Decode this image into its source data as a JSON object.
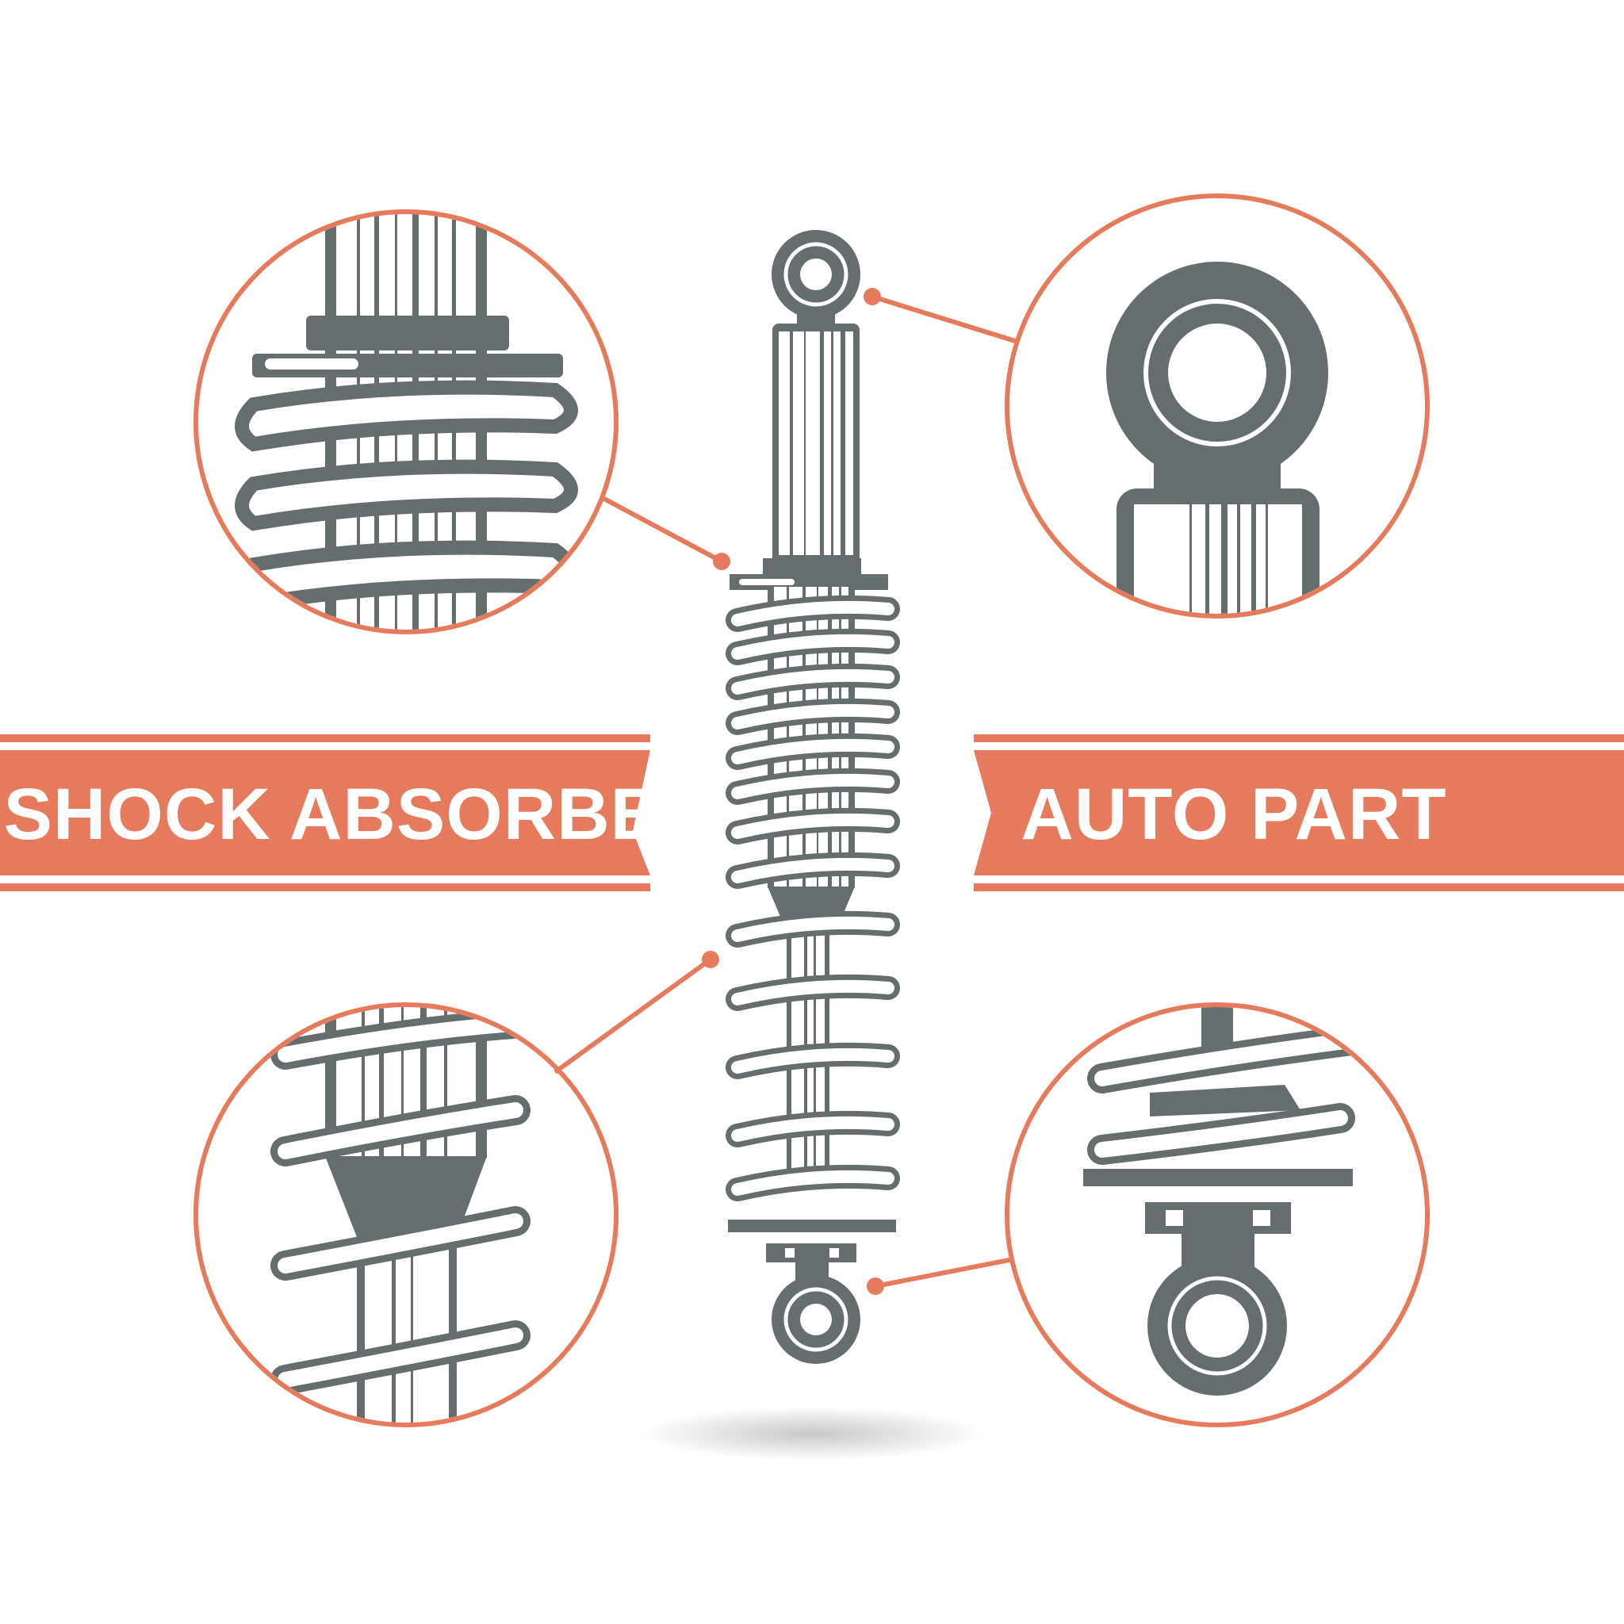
{
  "banners": {
    "left": {
      "text": "SHOCK ABSORBER"
    },
    "right": {
      "text": "AUTO PART"
    }
  },
  "colors": {
    "accent": "#E57B5C",
    "metal": "#656D6E",
    "background": "#FFFFFF",
    "banner_text": "#FFFFFF"
  },
  "callouts": [
    {
      "name": "callout-spring-top",
      "icon": "spring-top-detail-icon"
    },
    {
      "name": "callout-top-mount",
      "icon": "top-eye-mount-detail-icon"
    },
    {
      "name": "callout-spring-mid",
      "icon": "spring-coil-detail-icon"
    },
    {
      "name": "callout-bottom-mount",
      "icon": "bottom-eye-mount-detail-icon"
    }
  ]
}
